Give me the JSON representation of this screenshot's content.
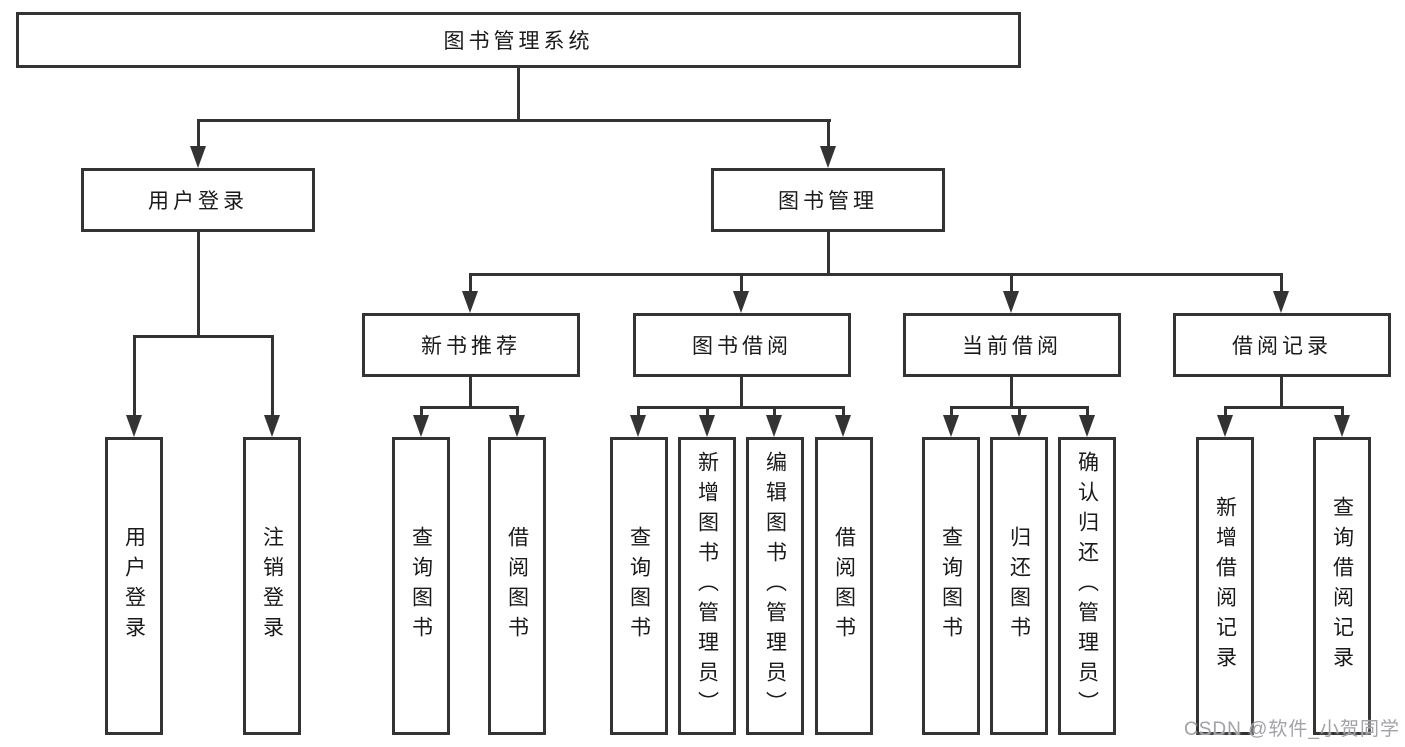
{
  "diagram_type": "functional-structure-chart",
  "colors": {
    "line": "#333333",
    "text": "#1a1a1a",
    "background": "#ffffff",
    "watermark": "#a2a2a7"
  },
  "tree": {
    "label": "图书管理系统",
    "children": [
      {
        "label": "用户登录",
        "children": [
          {
            "label": "用户登录"
          },
          {
            "label": "注销登录"
          }
        ]
      },
      {
        "label": "图书管理",
        "children": [
          {
            "label": "新书推荐",
            "children": [
              {
                "label": "查询图书"
              },
              {
                "label": "借阅图书"
              }
            ]
          },
          {
            "label": "图书借阅",
            "children": [
              {
                "label": "查询图书"
              },
              {
                "label": "新增图书（管理员）"
              },
              {
                "label": "编辑图书（管理员）"
              },
              {
                "label": "借阅图书"
              }
            ]
          },
          {
            "label": "当前借阅",
            "children": [
              {
                "label": "查询图书"
              },
              {
                "label": "归还图书"
              },
              {
                "label": "确认归还（管理员）"
              }
            ]
          },
          {
            "label": "借阅记录",
            "children": [
              {
                "label": "新增借阅记录"
              },
              {
                "label": "查询借阅记录"
              }
            ]
          }
        ]
      }
    ]
  },
  "watermark": {
    "text": "CSDN @软件_小贺同学"
  }
}
